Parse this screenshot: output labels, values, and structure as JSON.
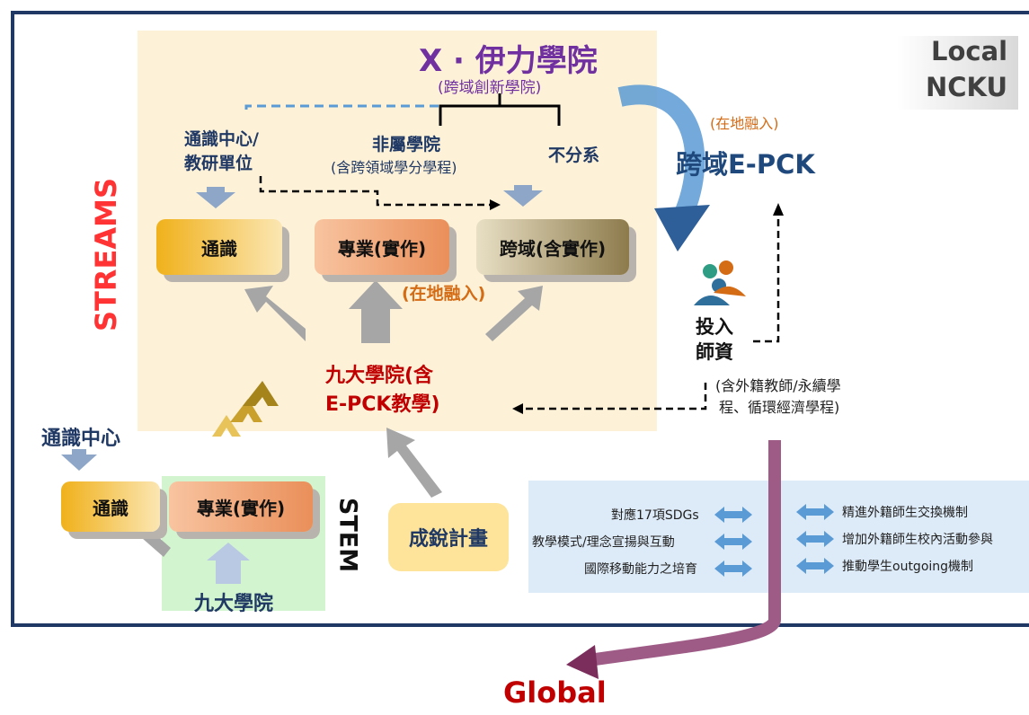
{
  "frame": {
    "color": "#1f3864"
  },
  "header": {
    "title": "X · 伊力學院",
    "subtitle": "(跨域創新學院)"
  },
  "corner": {
    "line1": "Local",
    "line2": "NCKU"
  },
  "side_labels": {
    "streams": "STREAMS",
    "stem": "STEM"
  },
  "sources": {
    "general_center_line1": "通識中心/",
    "general_center_line2": "教研單位",
    "non_college_line1": "非屬學院",
    "non_college_line2": "(含跨領域學分學程)",
    "undeclared": "不分系"
  },
  "streams_boxes": {
    "general": "通識",
    "major": "專業(實作)",
    "cross": "跨域(含實作)"
  },
  "local_integration": "(在地融入)",
  "epck": {
    "title": "跨域E-PCK",
    "note": "(在地融入)"
  },
  "faculty": {
    "line1": "投入",
    "line2": "師資",
    "note_line1": "(含外籍教師/永續學",
    "note_line2": "程、循環經濟學程)"
  },
  "nine_colleges_epck": {
    "line1": "九大學院(含",
    "line2": "E-PCK教學)"
  },
  "stem": {
    "center": "通識中心",
    "general": "通識",
    "major": "專業(實作)",
    "colleges": "九大學院"
  },
  "plan": {
    "label": "成銳計畫"
  },
  "global_panel": {
    "left": [
      "對應17項SDGs",
      "教學模式/理念宣揚與互動",
      "國際移動能力之培育"
    ],
    "right": [
      "精進外籍師生交換機制",
      "增加外籍師生校內活動參與",
      "推動學生outgoing機制"
    ]
  },
  "global": {
    "label": "Global"
  },
  "colors": {
    "accent_purple": "#7030a0",
    "red": "#c00000",
    "orange": "#d46b15",
    "navy": "#1f3864",
    "arrow_blue": "#2e75b6"
  }
}
